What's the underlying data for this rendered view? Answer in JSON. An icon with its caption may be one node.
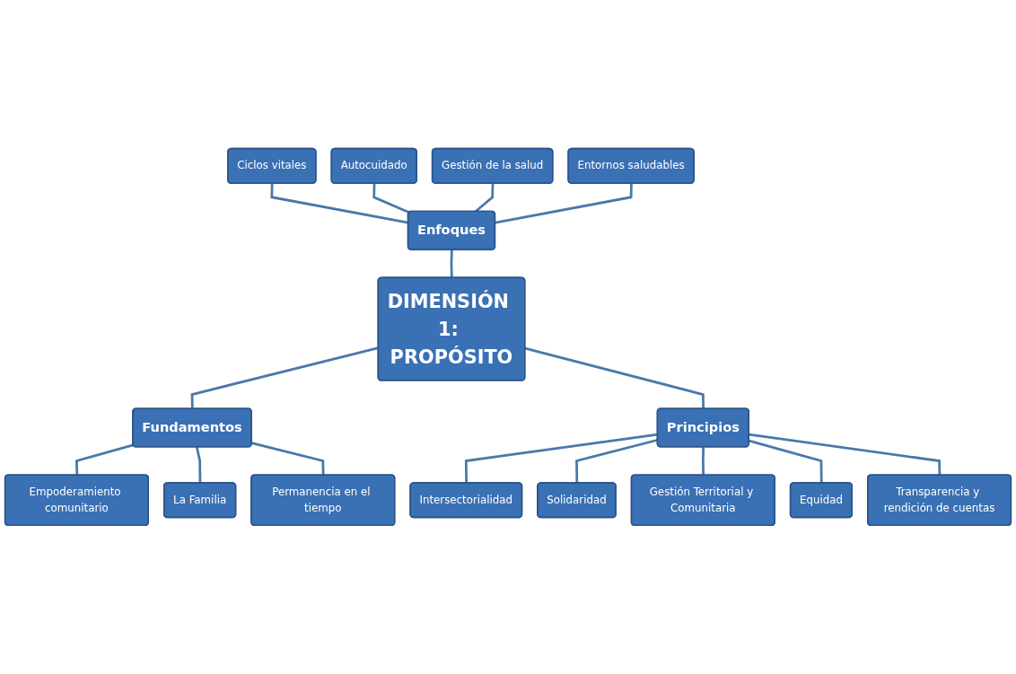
{
  "diagram": {
    "nodes": [
      {
        "text": [
          "Ciclos vitales"
        ]
      },
      {
        "text": [
          "Autocuidado"
        ]
      },
      {
        "text": [
          "Gestión de la salud"
        ]
      },
      {
        "text": [
          "Enfoques"
        ]
      },
      {
        "text": [
          "Entornos saludables"
        ]
      },
      {
        "text": [
          "DIMENSIÓN 1: PROPÓSITO"
        ]
      },
      {
        "text": [
          "Empoderamiento comunitario"
        ]
      },
      {
        "text": [
          "Intersectorialidad"
        ]
      },
      {
        "text": [
          "Solidaridad"
        ]
      },
      {
        "text": [
          "La Familia"
        ]
      },
      {
        "text": [
          "Fundamentos"
        ]
      },
      {
        "text": [
          "Principios"
        ]
      },
      {
        "text": [
          "Gestión Territorial y Comunitaria"
        ]
      },
      {
        "text": [
          "Permanencia en el tiempo"
        ]
      },
      {
        "text": [
          "Equidad"
        ]
      },
      {
        "text": [
          "Transparencia y rendición de cuentas"
        ]
      }
    ],
    "edges": [
      {
        "from": 3,
        "to": 5,
        "arrow": "none"
      },
      {
        "from": 0,
        "to": 3,
        "arrow": "none"
      },
      {
        "from": 1,
        "to": 3,
        "arrow": "none"
      },
      {
        "from": 2,
        "to": 3,
        "arrow": "none"
      },
      {
        "from": 4,
        "to": 3,
        "arrow": "none"
      },
      {
        "from": 5,
        "to": 10,
        "arrow": "none"
      },
      {
        "from": 5,
        "to": 11,
        "arrow": "none"
      },
      {
        "from": 10,
        "to": 6,
        "arrow": "none"
      },
      {
        "from": 10,
        "to": 9,
        "arrow": "none"
      },
      {
        "from": 10,
        "to": 13,
        "arrow": "none"
      },
      {
        "from": 11,
        "to": 7,
        "arrow": "none"
      },
      {
        "from": 11,
        "to": 8,
        "arrow": "none"
      },
      {
        "from": 11,
        "to": 12,
        "arrow": "none"
      },
      {
        "from": 11,
        "to": 14,
        "arrow": "none"
      },
      {
        "from": 11,
        "to": 15,
        "arrow": "none"
      }
    ]
  }
}
